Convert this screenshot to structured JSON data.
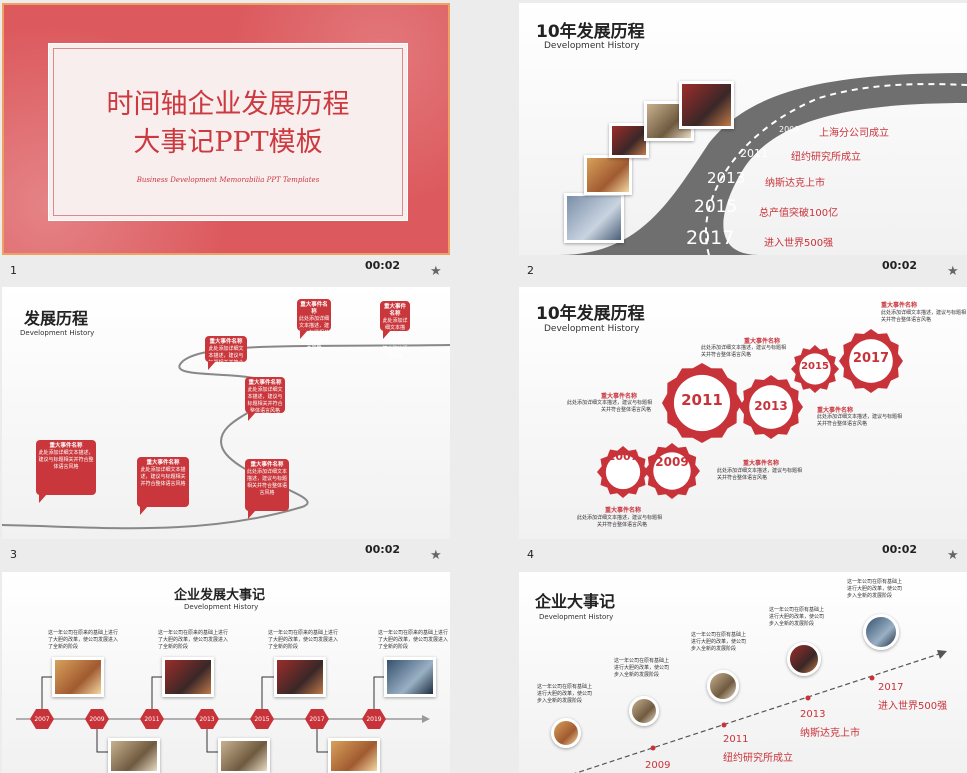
{
  "colors": {
    "accent": "#c8333a",
    "slide1_bg": "#dc5a5e",
    "road": "#6f6f6f"
  },
  "slides": [
    {
      "num": "1",
      "duration": "00:02"
    },
    {
      "num": "2",
      "duration": "00:02"
    },
    {
      "num": "3",
      "duration": "00:02"
    },
    {
      "num": "4",
      "duration": "00:02"
    }
  ],
  "s1": {
    "title_line1": "时间轴企业发展历程",
    "title_line2": "大事记PPT模板",
    "subtitle": "Business Development Memorabilia PPT Templates"
  },
  "s2": {
    "title": "10年发展历程",
    "subtitle": "Development History",
    "milestones": [
      {
        "year": "2009",
        "text": "上海分公司成立"
      },
      {
        "year": "2011",
        "text": "纽约研究所成立"
      },
      {
        "year": "2013",
        "text": "纳斯达克上市"
      },
      {
        "year": "2015",
        "text": "总产值突破100亿"
      },
      {
        "year": "2017",
        "text": "进入世界500强"
      }
    ]
  },
  "s3": {
    "title": "发展历程",
    "subtitle": "Development History",
    "bubble_title": "重大事件名称",
    "bubble_title_short": "重大事件名称",
    "bubble_body": "此处添加详细文本描述，建议与标题相关并符合整体语言风格"
  },
  "s4": {
    "title": "10年发展历程",
    "subtitle": "Development History",
    "gears": [
      "2007",
      "2009",
      "2011",
      "2013",
      "2015",
      "2017"
    ],
    "event_title": "重大事件名称",
    "event_body_1": "此处添加详细文本描述，建议与标题相",
    "event_body_2": "关并符合整体语言风格"
  },
  "s5": {
    "title": "企业发展大事记",
    "subtitle": "Development History",
    "years": [
      "2007",
      "2009",
      "2011",
      "2013",
      "2015",
      "2017",
      "2019"
    ],
    "desc_1": "这一年公司在原来的基础上进行",
    "desc_2": "了大胆的改革，使公司发展进入",
    "desc_3": "了全新的阶段"
  },
  "s6": {
    "title": "企业大事记",
    "subtitle": "Development History",
    "desc_1": "这一年公司在原有基础上",
    "desc_2": "进行大胆的改革，使公司",
    "desc_3": "步入全新的发展阶段",
    "events": [
      {
        "year": "2009",
        "text": ""
      },
      {
        "year": "2011",
        "text": "纽约研究所成立"
      },
      {
        "year": "2013",
        "text": "纳斯达克上市"
      },
      {
        "year": "2017",
        "text": "进入世界500强"
      }
    ]
  }
}
